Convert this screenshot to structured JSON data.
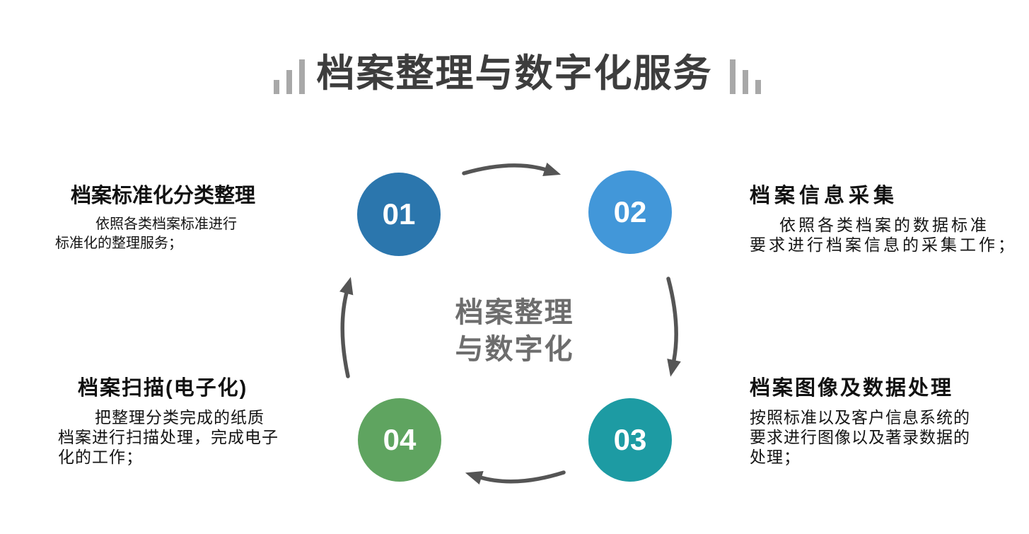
{
  "header": {
    "title": "档案整理与数字化服务",
    "title_color": "#3d3d3d",
    "bars_color": "#a8a8a8"
  },
  "center_label": {
    "line1": "档案整理",
    "line2": "与数字化",
    "color": "#6d6d6d"
  },
  "arrows": {
    "color": "#555555",
    "direction": "clockwise"
  },
  "steps": [
    {
      "number": "01",
      "circle_color": "#2b76ad",
      "title": "档案标准化分类整理",
      "body_lines": [
        "依照各类档案标准进行",
        "标准化的整理服务；"
      ]
    },
    {
      "number": "02",
      "circle_color": "#4297d9",
      "title": "档案信息采集",
      "body_lines": [
        "依照各类档案的数据标准",
        "要求进行档案信息的采集工作；"
      ]
    },
    {
      "number": "03",
      "circle_color": "#1d9ba3",
      "title": "档案图像及数据处理",
      "body_lines": [
        "按照标准以及客户信息系统的",
        "要求进行图像以及著录数据的",
        "处理；"
      ]
    },
    {
      "number": "04",
      "circle_color": "#5fa460",
      "title": "档案扫描(电子化)",
      "body_lines": [
        "把整理分类完成的纸质",
        "档案进行扫描处理，完成电子",
        "化的工作；"
      ]
    }
  ]
}
